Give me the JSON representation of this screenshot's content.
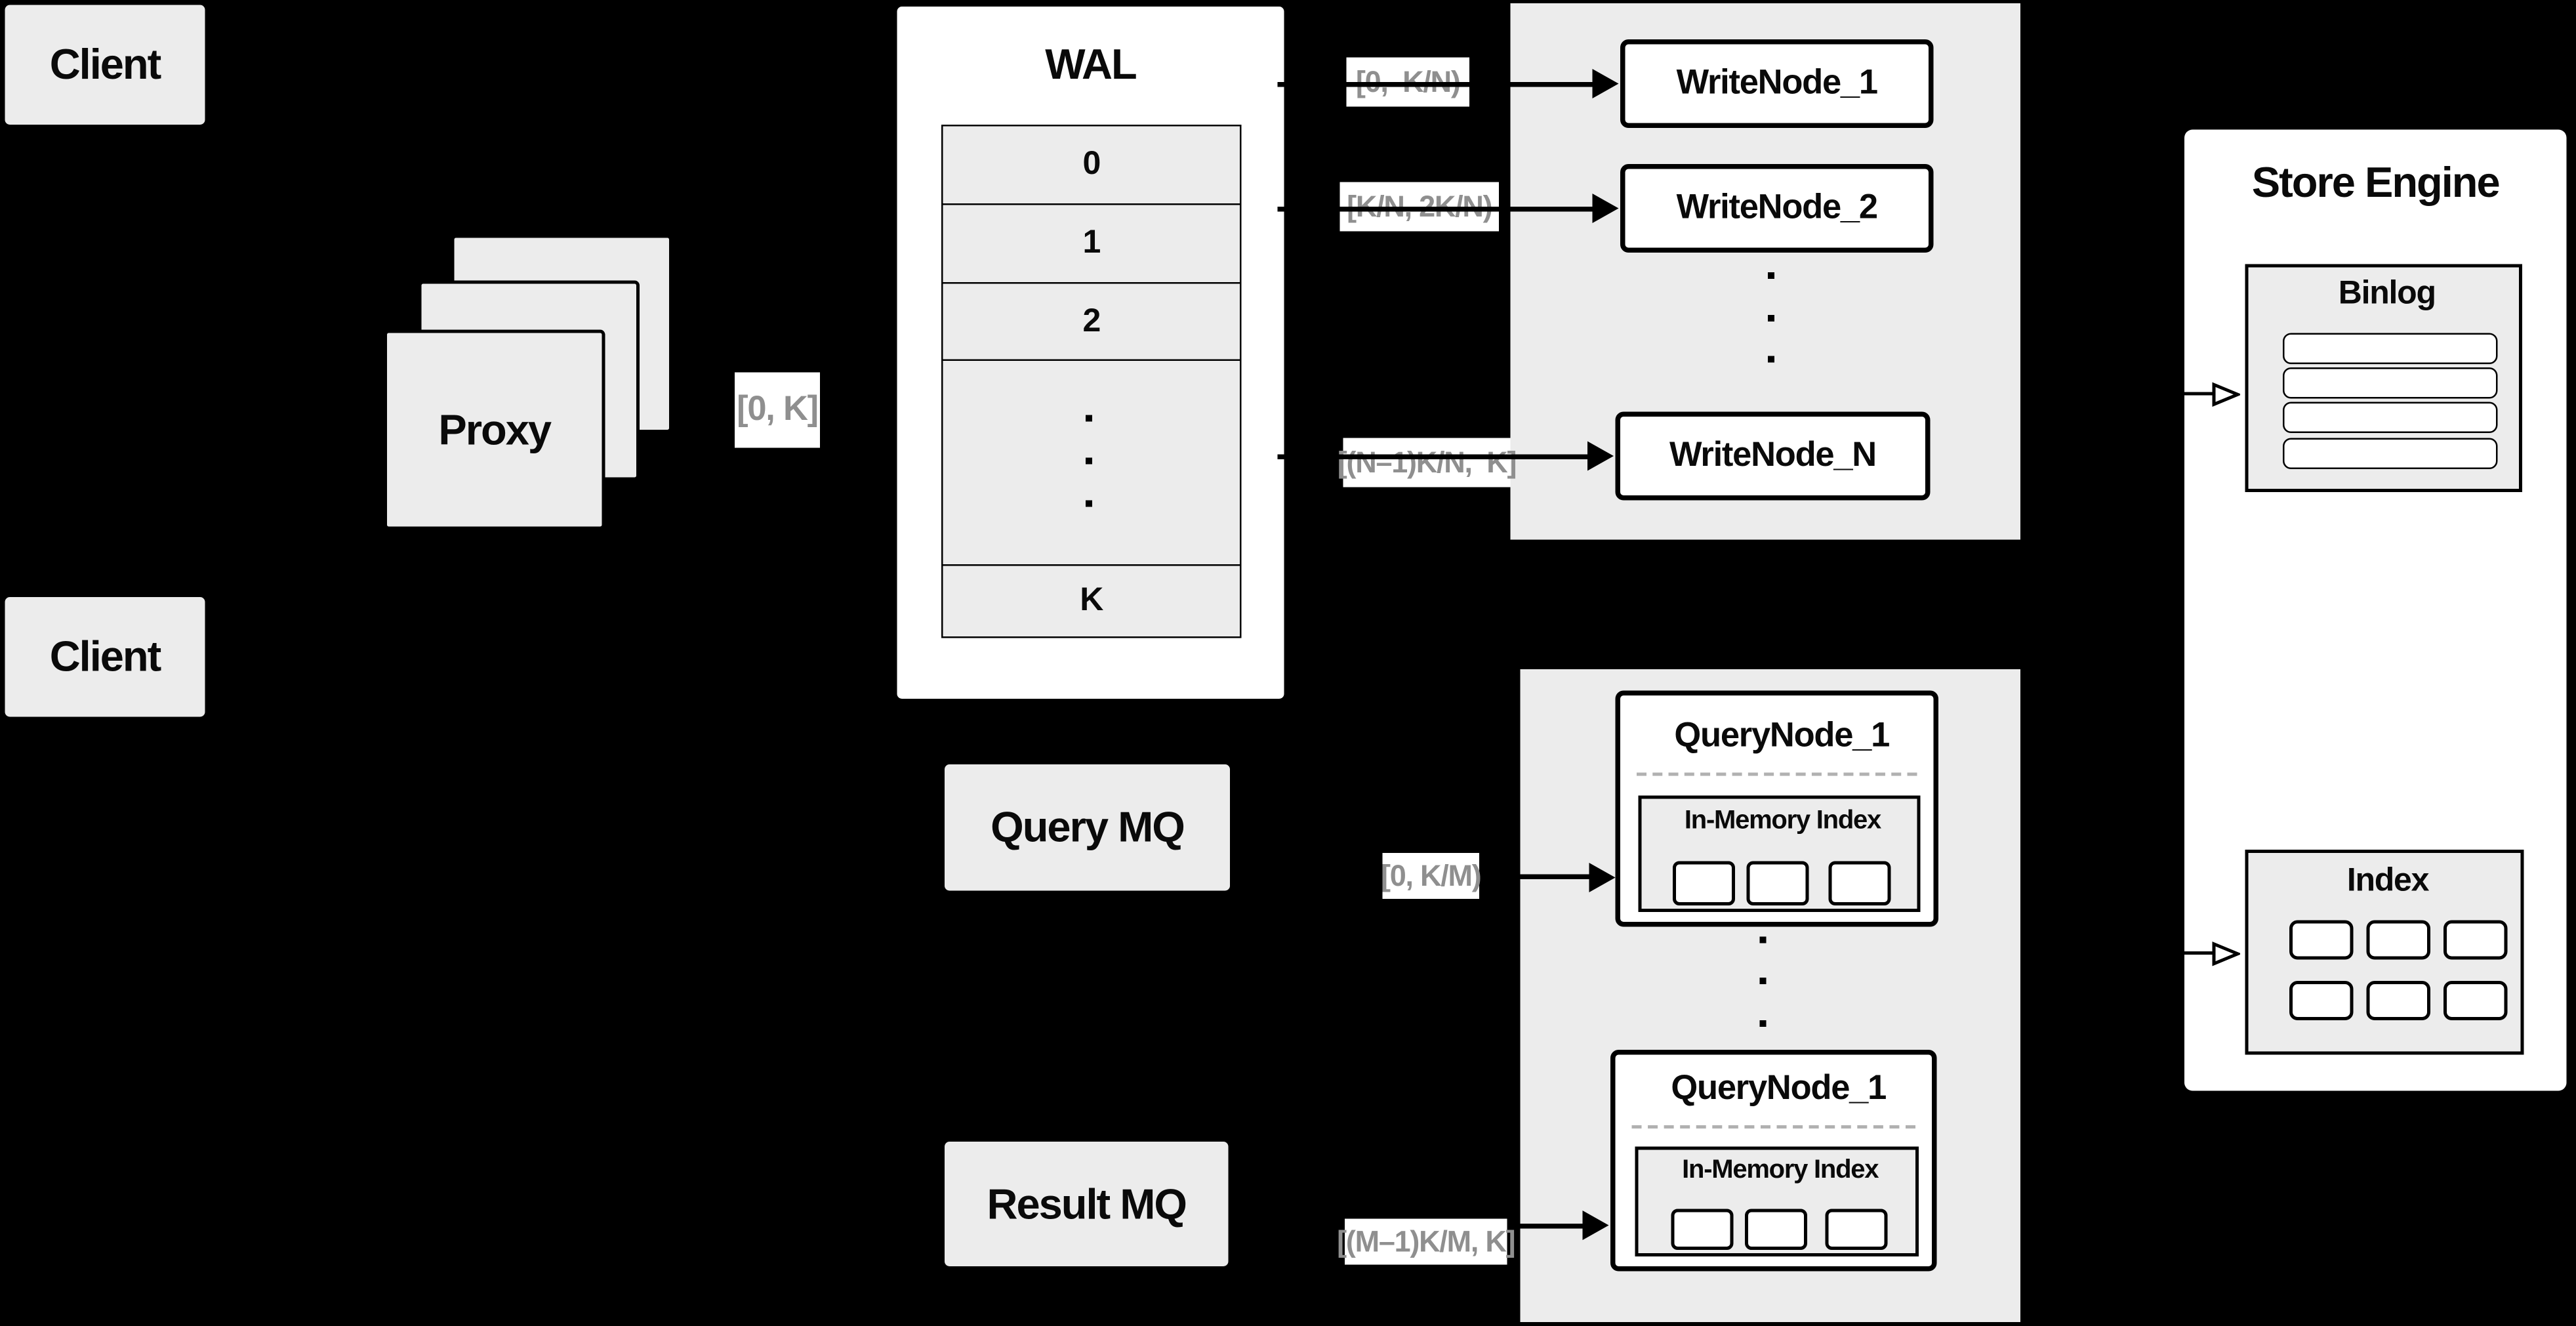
{
  "colors": {
    "background": "#000000",
    "panel_gray": "#ececec",
    "node_white": "#ffffff",
    "line_black": "#000000",
    "label_text_gray": "#8f8f8f",
    "dashed_gray": "#b1b1b1"
  },
  "clients": {
    "top": "Client",
    "bottom": "Client"
  },
  "proxy": {
    "label": "Proxy"
  },
  "wal": {
    "title": "WAL",
    "segments": [
      "0",
      "1",
      "2",
      "K"
    ]
  },
  "write_nodes": {
    "items": [
      "WriteNode_1",
      "WriteNode_2",
      "WriteNode_N"
    ]
  },
  "mq": {
    "query": "Query MQ",
    "result": "Result MQ"
  },
  "query_nodes": {
    "first": {
      "title": "QueryNode_1",
      "index_label": "In-Memory Index"
    },
    "second": {
      "title": "QueryNode_1",
      "index_label": "In-Memory Index"
    }
  },
  "store_engine": {
    "title": "Store Engine",
    "binlog_title": "Binlog",
    "index_title": "Index"
  },
  "range_labels": {
    "proxy_out": "[0, K]",
    "write_1": "[0,  K/N)",
    "write_2": "[K/N, 2K/N)",
    "write_n": "[(N–1)K/N,  K]",
    "query_1": "[0, K/M)",
    "query_m": "[(M–1)K/M, K]"
  }
}
